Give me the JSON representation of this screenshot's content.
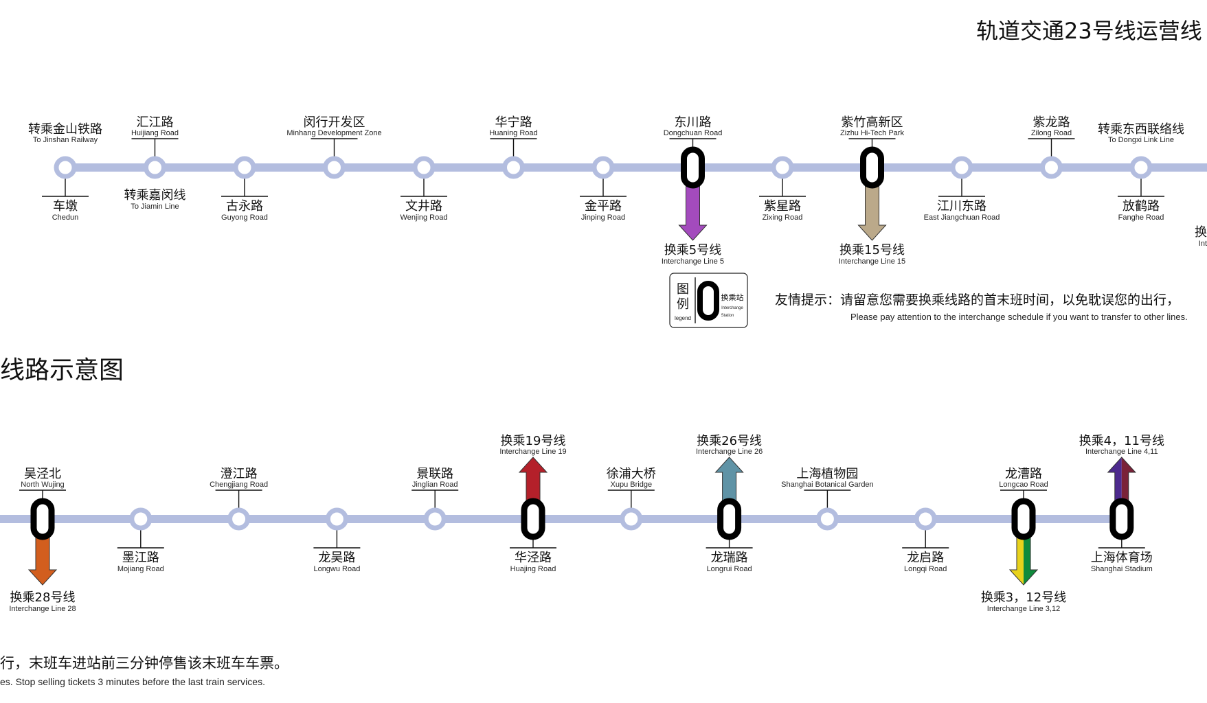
{
  "title_top": "轨道交通23号线运营线",
  "title_bottom": "线路示意图",
  "colors": {
    "line": "#b3bddf",
    "station_ring": "#b3bddf",
    "interchange_ring": "#000000",
    "line5": "#a34bbd",
    "line15": "#bba98a",
    "line19": "#b4202a",
    "line26": "#5f93a6",
    "line28": "#d25e1e",
    "line3": "#e8d21c",
    "line12": "#0f8a3c",
    "line4": "#4d2a8e",
    "line11": "#7a2238"
  },
  "legend": {
    "label_cn_1": "图",
    "label_cn_2": "例",
    "label_en": "legend",
    "item_cn": "换乘站",
    "item_en_1": "Interchange",
    "item_en_2": "Station"
  },
  "notice": {
    "cn_part1": "友情提示：请留意您需要换乘线路的首末班时间，以免耽误您的出行，",
    "en_part1": "Please pay attention to the interchange schedule if you want to transfer to other lines.",
    "cn_part2": "行，末班车进站前三分钟停售该末班车车票。",
    "en_part2": "es. Stop selling tickets 3 minutes before the last train services."
  },
  "row1": {
    "stations": [
      {
        "id": "chedun",
        "cn": "车墩",
        "en": "Chedun",
        "side": "below"
      },
      {
        "id": "huijiang",
        "cn": "汇江路",
        "en": "Huijiang Road",
        "side": "above"
      },
      {
        "id": "guyong",
        "cn": "古永路",
        "en": "Guyong Road",
        "side": "below"
      },
      {
        "id": "minhang-dev",
        "cn": "闵行开发区",
        "en": "Minhang Development Zone",
        "side": "above"
      },
      {
        "id": "wenjing",
        "cn": "文井路",
        "en": "Wenjing Road",
        "side": "below"
      },
      {
        "id": "huaning",
        "cn": "华宁路",
        "en": "Huaning Road",
        "side": "above"
      },
      {
        "id": "jinping",
        "cn": "金平路",
        "en": "Jinping Road",
        "side": "below"
      },
      {
        "id": "dongchuan",
        "cn": "东川路",
        "en": "Dongchuan Road",
        "side": "above",
        "interchange": true
      },
      {
        "id": "zixing",
        "cn": "紫星路",
        "en": "Zixing Road",
        "side": "below"
      },
      {
        "id": "zizhu",
        "cn": "紫竹高新区",
        "en": "Zizhu Hi-Tech Park",
        "side": "above",
        "interchange": true
      },
      {
        "id": "east-jiangchuan",
        "cn": "江川东路",
        "en": "East Jiangchuan Road",
        "side": "below"
      },
      {
        "id": "zilong",
        "cn": "紫龙路",
        "en": "Zilong Road",
        "side": "above"
      },
      {
        "id": "fanghe",
        "cn": "放鹤路",
        "en": "Fanghe Road",
        "side": "below"
      }
    ],
    "transfer_notes": [
      {
        "id": "jinshan",
        "cn": "转乘金山铁路",
        "en": "To Jinshan Railway",
        "station": 0,
        "side": "above"
      },
      {
        "id": "jiamin",
        "cn": "转乘嘉闵线",
        "en": "To Jiamin Line",
        "station": 1,
        "side": "below"
      },
      {
        "id": "dongxi",
        "cn": "转乘东西联络线",
        "en": "To Dongxi Link Line",
        "station": 12,
        "side": "above"
      }
    ],
    "interchange_arrows": [
      {
        "id": "line5",
        "station": 7,
        "dir": "down",
        "cn": "换乘5号线",
        "en": "Interchange Line 5",
        "colors": [
          "line5"
        ]
      },
      {
        "id": "line15",
        "station": 9,
        "dir": "down",
        "cn": "换乘15号线",
        "en": "Interchange Line 15",
        "colors": [
          "line15"
        ]
      }
    ],
    "cut_label": {
      "cn": "换",
      "en": "Int"
    }
  },
  "row2": {
    "stations": [
      {
        "id": "north-wujing",
        "cn": "吴泾北",
        "en": "North Wujing",
        "side": "above",
        "interchange": true
      },
      {
        "id": "mojiang",
        "cn": "墨江路",
        "en": "Mojiang Road",
        "side": "below"
      },
      {
        "id": "chengjiang",
        "cn": "澄江路",
        "en": "Chengjiang Road",
        "side": "above"
      },
      {
        "id": "longwu",
        "cn": "龙吴路",
        "en": "Longwu Road",
        "side": "below"
      },
      {
        "id": "jinglian",
        "cn": "景联路",
        "en": "Jinglian Road",
        "side": "above"
      },
      {
        "id": "huajing",
        "cn": "华泾路",
        "en": "Huajing Road",
        "side": "below",
        "interchange": true
      },
      {
        "id": "xupu-bridge",
        "cn": "徐浦大桥",
        "en": "Xupu Bridge",
        "side": "above"
      },
      {
        "id": "longrui",
        "cn": "龙瑞路",
        "en": "Longrui Road",
        "side": "below",
        "interchange": true
      },
      {
        "id": "botanical",
        "cn": "上海植物园",
        "en": "Shanghai Botanical Garden",
        "side": "above"
      },
      {
        "id": "longqi",
        "cn": "龙启路",
        "en": "Longqi Road",
        "side": "below"
      },
      {
        "id": "longcao",
        "cn": "龙漕路",
        "en": "Longcao Road",
        "side": "above",
        "interchange": true
      },
      {
        "id": "stadium",
        "cn": "上海体育场",
        "en": "Shanghai Stadium",
        "side": "below",
        "interchange": true
      }
    ],
    "interchange_arrows": [
      {
        "id": "line28",
        "station": 0,
        "dir": "down",
        "cn": "换乘28号线",
        "en": "Interchange Line 28",
        "colors": [
          "line28"
        ]
      },
      {
        "id": "line19",
        "station": 5,
        "dir": "up",
        "cn": "换乘19号线",
        "en": "Interchange Line 19",
        "colors": [
          "line19"
        ]
      },
      {
        "id": "line26",
        "station": 7,
        "dir": "up",
        "cn": "换乘26号线",
        "en": "Interchange Line 26",
        "colors": [
          "line26"
        ]
      },
      {
        "id": "line3-12",
        "station": 10,
        "dir": "down",
        "cn": "换乘3，12号线",
        "en": "Interchange Line 3,12",
        "colors": [
          "line3",
          "line12"
        ]
      },
      {
        "id": "line4-11",
        "station": 11,
        "dir": "up",
        "cn": "换乘4，11号线",
        "en": "Interchange Line 4,11",
        "colors": [
          "line4",
          "line11"
        ]
      }
    ]
  }
}
